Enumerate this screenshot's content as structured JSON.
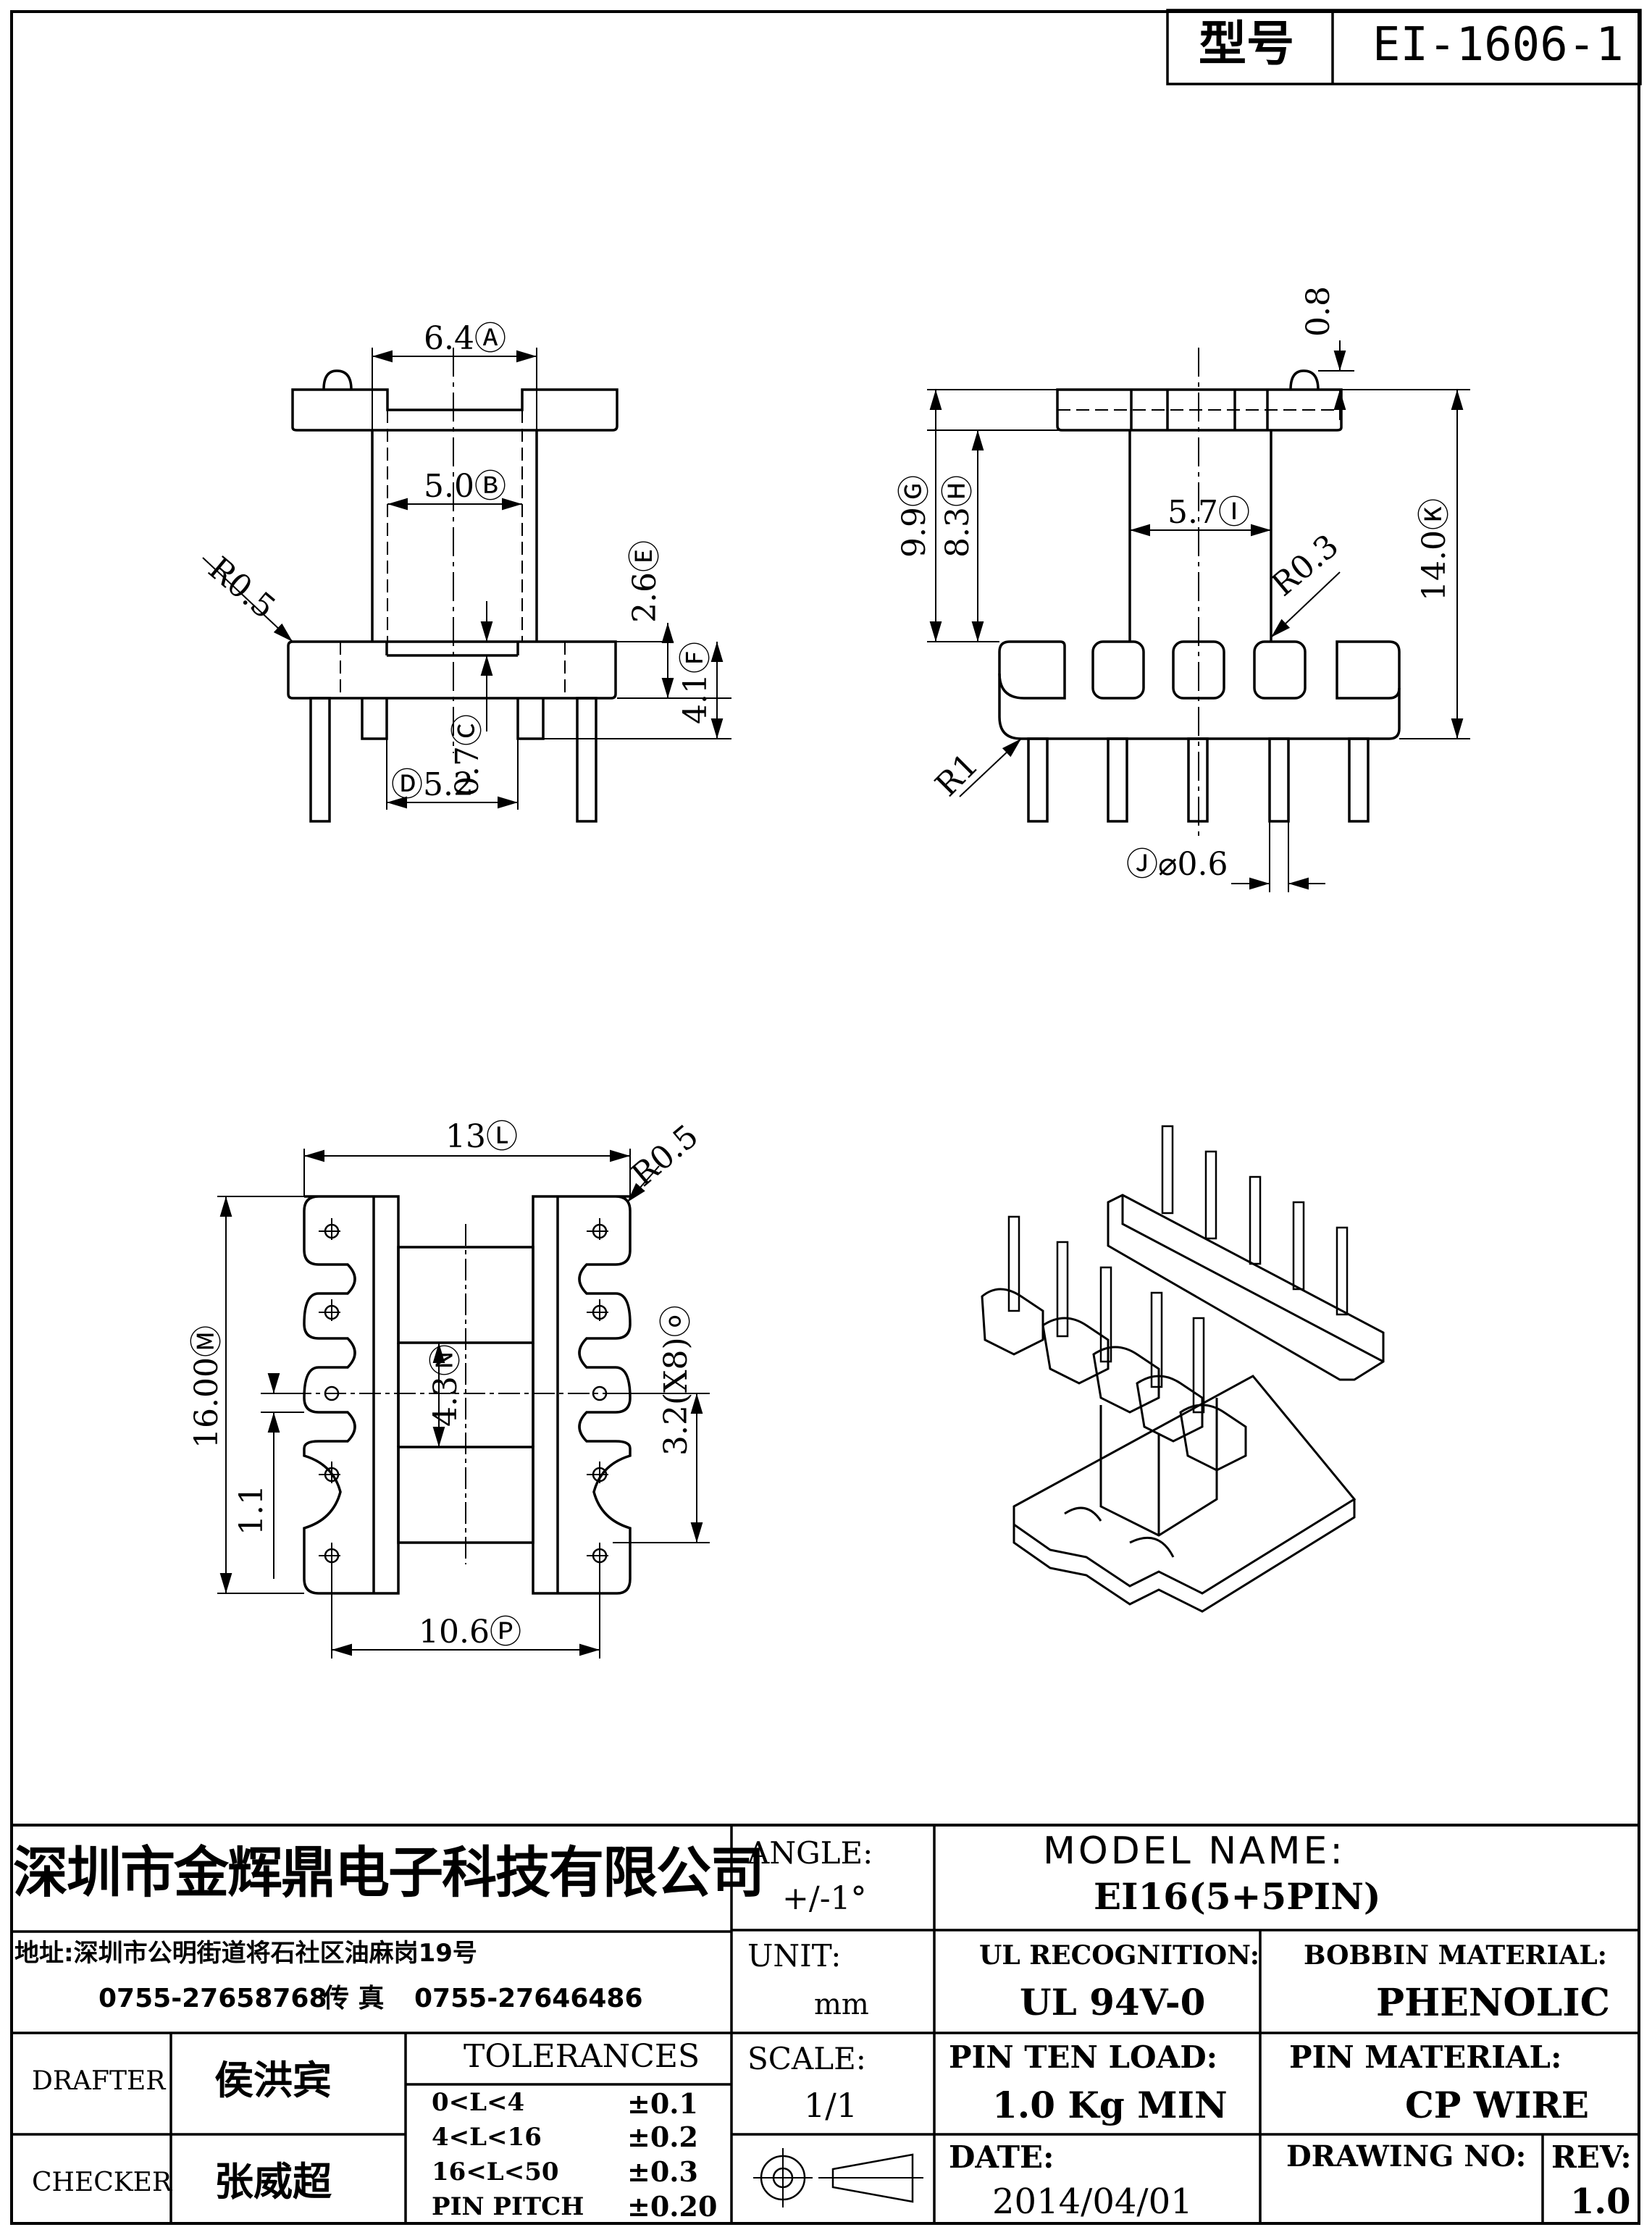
{
  "header": {
    "model_label": "型号",
    "model_value": "EI-1606-1"
  },
  "dims": {
    "a": "6.4Ⓐ",
    "b": "5.0Ⓑ",
    "c": "0.7Ⓒ",
    "d": "Ⓓ5.2",
    "e": "2.6Ⓔ",
    "f": "4.1Ⓕ",
    "r05": "R0.5",
    "g": "9.9Ⓖ",
    "h": "8.3Ⓗ",
    "i": "5.7Ⓘ",
    "r03": "R0.3",
    "k": "14.0Ⓚ",
    "top08": "0.8",
    "r1": "R1",
    "j": "Ⓙ⌀0.6",
    "l": "13Ⓛ",
    "r05b": "R0.5",
    "m": "16.00Ⓜ",
    "n": "4.3Ⓝ",
    "o": "3.2(X8)ⓞ",
    "p11": "1.1",
    "p": "10.6Ⓟ"
  },
  "title_block": {
    "company": "深圳市金辉鼎电子科技有限公司",
    "address": "地址:深圳市公明街道将石社区油麻岗19号",
    "phone": "0755-27658768",
    "fax_label": "传 真",
    "fax": "0755-27646486",
    "angle_label": "ANGLE:",
    "angle_value": "+/-1°",
    "unit_label": "UNIT:",
    "unit_value": "mm",
    "scale_label": "SCALE:",
    "scale_value": "1/1",
    "model_name_label": "MODEL NAME:",
    "model_name_value": "EI16(5+5PIN)",
    "ul_label": "UL RECOGNITION:",
    "ul_value": "UL 94V-0",
    "bobbin_label": "BOBBIN MATERIAL:",
    "bobbin_value": "PHENOLIC",
    "pin_load_label": "PIN TEN LOAD:",
    "pin_load_value": "1.0 Kg MIN",
    "pin_material_label": "PIN MATERIAL:",
    "pin_material_value": "CP WIRE",
    "date_label": "DATE:",
    "date_value": "2014/04/01",
    "drawing_no_label": "DRAWING NO:",
    "rev_label": "REV:",
    "rev_value": "1.0",
    "drafter_label": "DRAFTER",
    "drafter_name": "侯洪宾",
    "checker_label": "CHECKER",
    "checker_name": "张威超",
    "tolerances_label": "TOLERANCES",
    "tolerances": [
      {
        "range": "0<L<4",
        "value": "±0.1"
      },
      {
        "range": "4<L<16",
        "value": "±0.2"
      },
      {
        "range": "16<L<50",
        "value": "±0.3"
      },
      {
        "range": "PIN PITCH",
        "value": "±0.20"
      }
    ]
  }
}
